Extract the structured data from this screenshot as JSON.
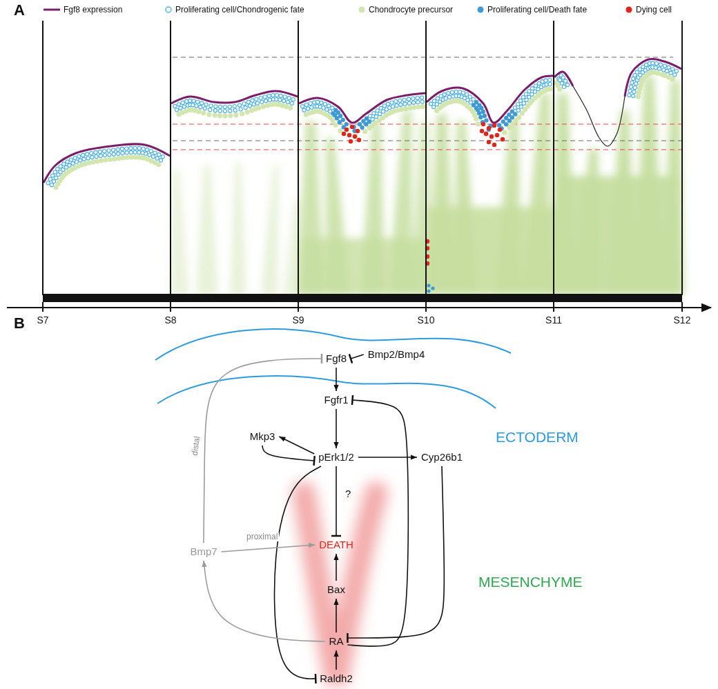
{
  "diagram": {
    "nodes": [
      {
        "text": [
          "Fgf8"
        ]
      },
      {
        "text": [
          "Bmp2/Bmp4"
        ]
      },
      {
        "text": [
          "Fgfr1"
        ]
      },
      {
        "text": [
          "Mkp3"
        ]
      },
      {
        "text": [
          "pErk1/2"
        ]
      },
      {
        "text": [
          "Cyp26b1"
        ]
      },
      {
        "text": [
          "Bmp7"
        ]
      },
      {
        "text": [
          "DEATH"
        ]
      },
      {
        "text": [
          "Bax"
        ]
      },
      {
        "text": [
          "RA"
        ]
      },
      {
        "text": [
          "Raldh2"
        ]
      }
    ],
    "edges": [
      {
        "from": 1,
        "to": 0,
        "arrow": "to"
      },
      {
        "from": 0,
        "to": 2,
        "arrow": "to"
      },
      {
        "from": 2,
        "to": 4,
        "arrow": "to"
      },
      {
        "from": 4,
        "to": 3,
        "arrow": "to"
      },
      {
        "from": 3,
        "to": 4,
        "arrow": "to"
      },
      {
        "from": 4,
        "to": 5,
        "arrow": "to"
      },
      {
        "from": 4,
        "to": 7,
        "label": "?",
        "arrow": "to"
      },
      {
        "from": 8,
        "to": 7,
        "arrow": "to"
      },
      {
        "from": 9,
        "to": 8,
        "arrow": "to"
      },
      {
        "from": 10,
        "to": 9,
        "arrow": "to"
      },
      {
        "from": 5,
        "to": 9,
        "arrow": "to"
      },
      {
        "from": 9,
        "to": 2,
        "arrow": "to"
      },
      {
        "from": 4,
        "to": 10,
        "arrow": "to"
      },
      {
        "from": 6,
        "to": 0,
        "label": "distal",
        "arrow": "to"
      },
      {
        "from": 6,
        "to": 7,
        "label": "proximal",
        "arrow": "to"
      },
      {
        "from": 9,
        "to": 6,
        "arrow": "to"
      }
    ],
    "labels": [
      "A",
      "S7",
      "S8",
      "S9",
      "S10",
      "S11",
      "S12",
      "B",
      "ECTODERM",
      "MESENCHYME"
    ],
    "legend": [
      {
        "text": "Fgf8 expression"
      },
      {
        "text": "Proliferating cell/Chondrogenic fate"
      },
      {
        "text": "Chondrocyte precursor",
        "color": "#d3e6b0"
      },
      {
        "text": "Proliferating cell/Death fate",
        "color": "#3d9ad6"
      },
      {
        "text": "Dying cell",
        "color": "#e3241b"
      }
    ]
  }
}
